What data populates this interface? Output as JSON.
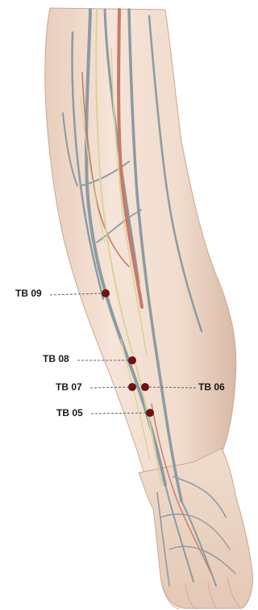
{
  "colors": {
    "skin": "#f0ddcf",
    "skin_shadow": "#dcbfae",
    "vein": "#8b9ba3",
    "nerve": "#d8d49a",
    "artery": "#c57a6a",
    "point": "#7a0f12",
    "leader_line": "#666666",
    "label_text": "#1a1a1a"
  },
  "points": [
    {
      "id": "TB 09",
      "label": "TB 09"
    },
    {
      "id": "TB 08",
      "label": "TB 08"
    },
    {
      "id": "TB 07",
      "label": "TB 07"
    },
    {
      "id": "TB 06",
      "label": "TB 06"
    },
    {
      "id": "TB 05",
      "label": "TB 05"
    }
  ]
}
